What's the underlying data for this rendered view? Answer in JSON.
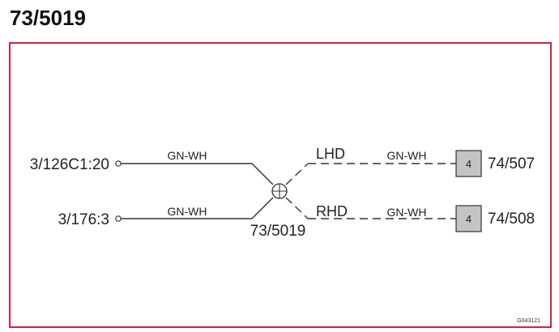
{
  "title": "73/5019",
  "colors": {
    "frame": "#cc2244",
    "terminal_fill": "#c4c4c4",
    "line": "#333333"
  },
  "left_terminals": [
    {
      "label": "3/126C1:20",
      "wire": "GN-WH"
    },
    {
      "label": "3/176:3",
      "wire": "GN-WH"
    }
  ],
  "junction": {
    "label": "73/5019",
    "icon": "cross-circle-junction"
  },
  "variants": [
    {
      "label": "LHD",
      "wire": "GN-WH",
      "pin": "4",
      "destination": "74/507"
    },
    {
      "label": "RHD",
      "wire": "GN-WH",
      "pin": "4",
      "destination": "74/508"
    }
  ],
  "figure_code": "G043121"
}
